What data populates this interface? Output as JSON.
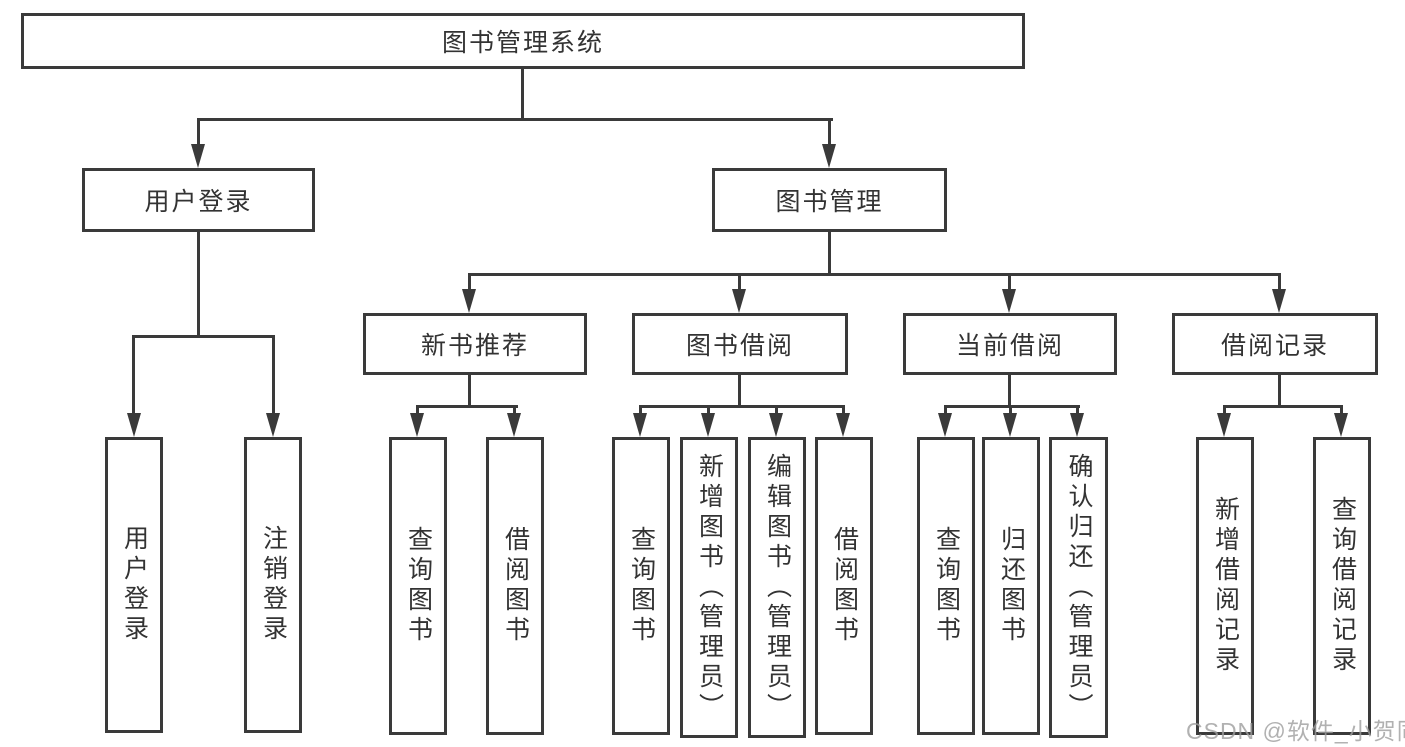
{
  "colors": {
    "line": "#3a3a3a",
    "text": "#333333",
    "background": "#ffffff",
    "watermark": "#9e9e9e"
  },
  "tree": {
    "label": "图书管理系统",
    "children": [
      {
        "label": "用户登录",
        "children": [
          {
            "label": "用户登录"
          },
          {
            "label": "注销登录"
          }
        ]
      },
      {
        "label": "图书管理",
        "children": [
          {
            "label": "新书推荐",
            "children": [
              {
                "label": "查询图书"
              },
              {
                "label": "借阅图书"
              }
            ]
          },
          {
            "label": "图书借阅",
            "children": [
              {
                "label": "查询图书"
              },
              {
                "label": "新增图书（管理员）"
              },
              {
                "label": "编辑图书（管理员）"
              },
              {
                "label": "借阅图书"
              }
            ]
          },
          {
            "label": "当前借阅",
            "children": [
              {
                "label": "查询图书"
              },
              {
                "label": "归还图书"
              },
              {
                "label": "确认归还（管理员）"
              }
            ]
          },
          {
            "label": "借阅记录",
            "children": [
              {
                "label": "新增借阅记录"
              },
              {
                "label": "查询借阅记录"
              }
            ]
          }
        ]
      }
    ]
  },
  "watermark": {
    "text": "CSDN @软件_小贺同学"
  }
}
